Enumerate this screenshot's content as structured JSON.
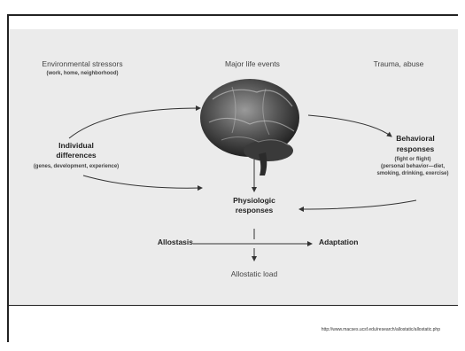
{
  "diagram": {
    "environmental_stressors": "Environmental stressors",
    "environmental_detail": "(work, home, neighborhood)",
    "major_life_events": "Major life events",
    "trauma_abuse": "Trauma, abuse",
    "individual_line1": "Individual",
    "individual_line2": "differences",
    "individual_detail": "(genes, development, experience)",
    "behavioral_line1": "Behavioral",
    "behavioral_line2": "responses",
    "behavioral_detail1": "(fight or flight)",
    "behavioral_detail2": "(personal behavior—diet,",
    "behavioral_detail3": "smoking, drinking, exercise)",
    "physiologic_line1": "Physiologic",
    "physiologic_line2": "responses",
    "allostasis": "Allostasis",
    "adaptation": "Adaptation",
    "allostatic_load": "Allostatic load"
  },
  "footer": {
    "source_url": "http://www.macses.ucsf.edu/research/allostatic/allostatic.php"
  }
}
